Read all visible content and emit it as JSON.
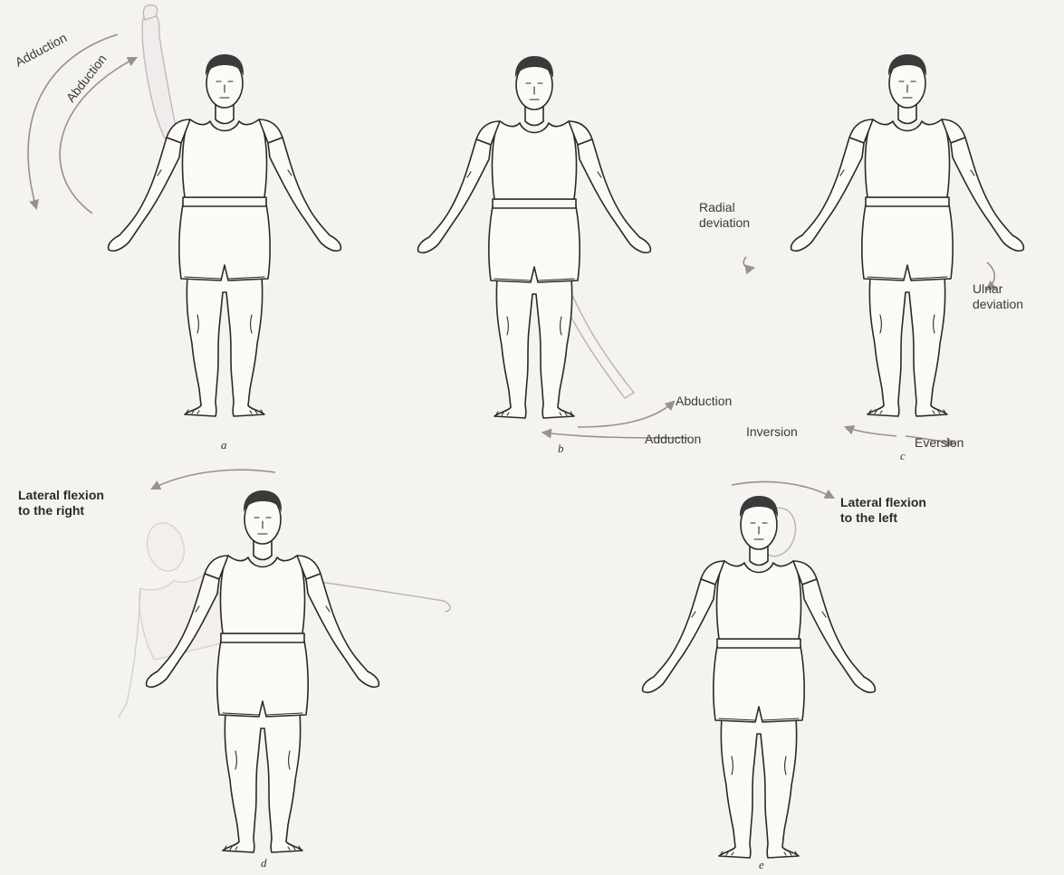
{
  "figures": [
    {
      "caption": "a",
      "labels": [
        "Adduction",
        "Abduction"
      ]
    },
    {
      "caption": "b",
      "labels": [
        "Abduction",
        "Adduction"
      ]
    },
    {
      "caption": "c",
      "labels": [
        "Radial\ndeviation",
        "Ulnar\ndeviation",
        "Inversion",
        "Eversion"
      ]
    },
    {
      "caption": "d",
      "labels": [
        "Lateral flexion\nto the right"
      ]
    },
    {
      "caption": "e",
      "labels": [
        "Lateral flexion\nto the left"
      ]
    }
  ],
  "colors": {
    "ink": "#2a2a2a",
    "ghost": "#b9b2b0",
    "arrow": "#9c8f90",
    "paper": "#f4f3ef"
  }
}
